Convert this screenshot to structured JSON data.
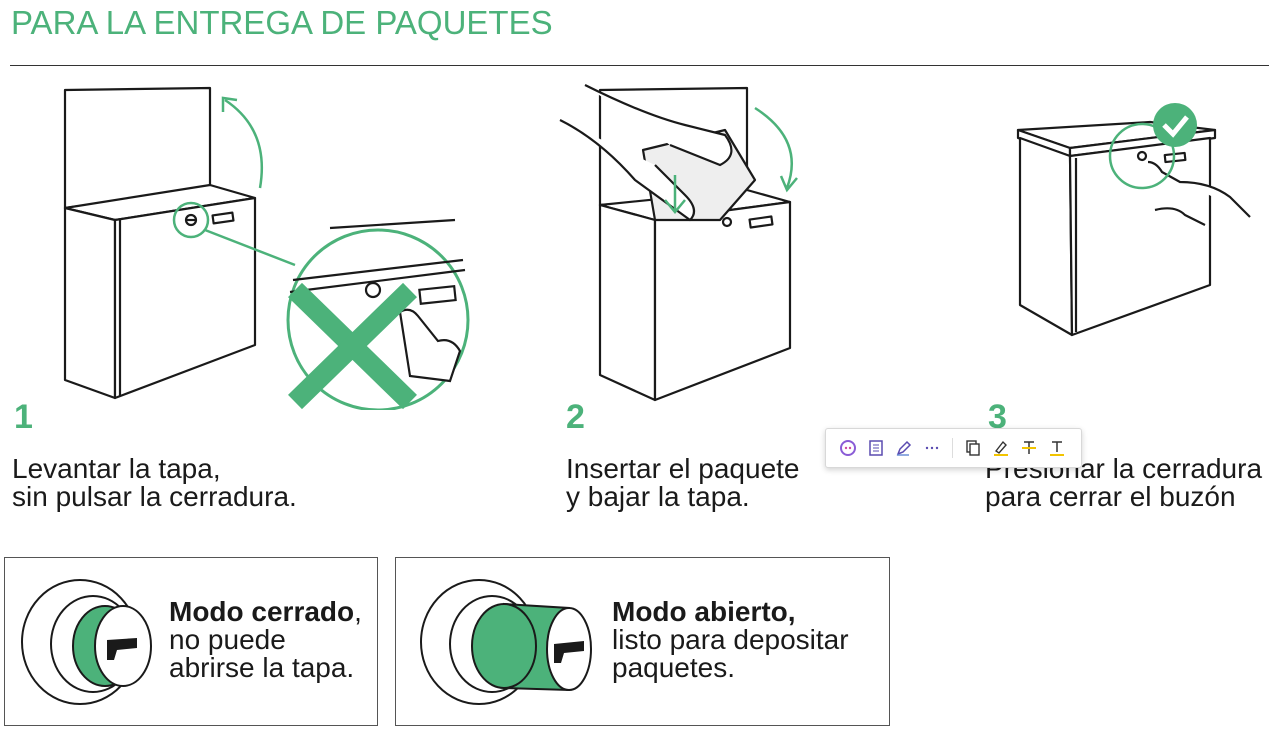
{
  "header": {
    "title": "PARA LA ENTREGA DE PAQUETES"
  },
  "steps": [
    {
      "number": "1",
      "line1": "Levantar la tapa,",
      "line2": "sin pulsar la cerradura."
    },
    {
      "number": "2",
      "line1": "Insertar el paquete",
      "line2": "y bajar la tapa."
    },
    {
      "number": "3",
      "line1": "Presionar la cerradura",
      "line2": "para cerrar el buzón"
    }
  ],
  "modes": [
    {
      "title": "Modo cerrado",
      "suffix": ",",
      "line2": "no puede",
      "line3": "abrirse la tapa."
    },
    {
      "title": "Modo abierto,",
      "suffix": "",
      "line2": "listo para depositar",
      "line3": "paquetes."
    }
  ],
  "colors": {
    "accent": "#4cb27a",
    "line": "#1a1a1a"
  },
  "toolbar": {
    "buttons": [
      "copilot-icon",
      "reader-icon",
      "pen-icon",
      "more-icon",
      "copy-icon",
      "highlight-icon",
      "strikethrough-icon",
      "underline-icon"
    ]
  }
}
